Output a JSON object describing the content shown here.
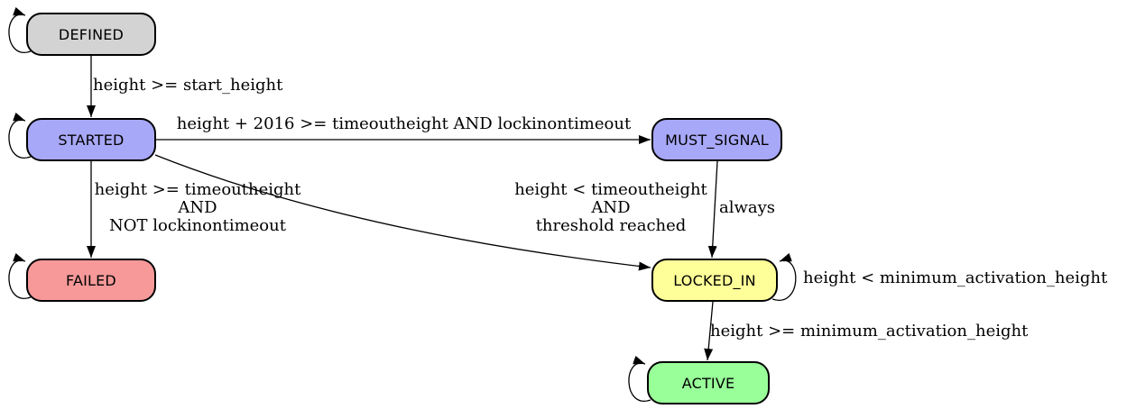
{
  "diagram": {
    "type": "state-machine",
    "background": "#ffffff",
    "edge_color": "#000000",
    "node_border_color": "#000000",
    "nodes": [
      {
        "id": "DEFINED",
        "label": "DEFINED",
        "fill": "#d3d3d3",
        "self_loop": true
      },
      {
        "id": "STARTED",
        "label": "STARTED",
        "fill": "#a8a8f8",
        "self_loop": true
      },
      {
        "id": "FAILED",
        "label": "FAILED",
        "fill": "#f79999",
        "self_loop": true
      },
      {
        "id": "MUST_SIGNAL",
        "label": "MUST_SIGNAL",
        "fill": "#a8a8f8",
        "self_loop": false
      },
      {
        "id": "LOCKED_IN",
        "label": "LOCKED_IN",
        "fill": "#ffff99",
        "self_loop": true
      },
      {
        "id": "ACTIVE",
        "label": "ACTIVE",
        "fill": "#99ff99",
        "self_loop": true
      }
    ],
    "edges": [
      {
        "from": "DEFINED",
        "to": "STARTED",
        "lines": [
          "height >= start_height"
        ]
      },
      {
        "from": "STARTED",
        "to": "MUST_SIGNAL",
        "lines": [
          "height + 2016 >= timeoutheight AND lockinontimeout"
        ]
      },
      {
        "from": "STARTED",
        "to": "FAILED",
        "lines": [
          "height >= timeoutheight",
          "AND",
          "NOT lockinontimeout"
        ]
      },
      {
        "from": "STARTED",
        "to": "LOCKED_IN",
        "lines": [
          "height < timeoutheight",
          "AND",
          "threshold reached"
        ]
      },
      {
        "from": "MUST_SIGNAL",
        "to": "LOCKED_IN",
        "lines": [
          "always"
        ]
      },
      {
        "from": "LOCKED_IN",
        "to": "LOCKED_IN",
        "lines": [
          "height < minimum_activation_height"
        ]
      },
      {
        "from": "LOCKED_IN",
        "to": "ACTIVE",
        "lines": [
          "height >= minimum_activation_height"
        ]
      }
    ]
  }
}
